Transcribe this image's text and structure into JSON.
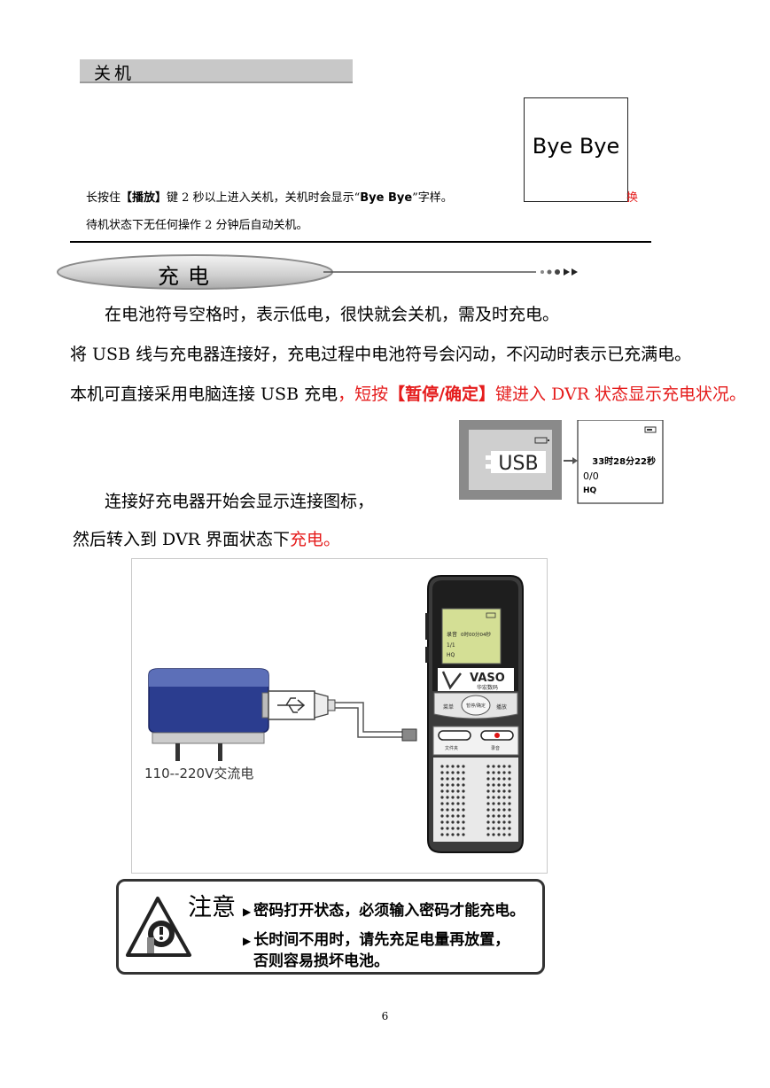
{
  "power_off": {
    "title": "关机",
    "display_text": "Bye Bye",
    "line1_a": "长按住",
    "line1_key": "【播放】",
    "line1_b": "键 2 秒以上进入关机，关机时会显示“",
    "line1_quote": "Bye Bye",
    "line1_c": "”字样。",
    "line1_tail": "换",
    "line2": "待机状态下无任何操作 2 分钟后自动关机。"
  },
  "charging": {
    "title": "充电",
    "p1": "在电池符号空格时，表示低电，很快就会关机，需及时充电。",
    "p2": "将 USB 线与充电器连接好，充电过程中电池符号会闪动，不闪动时表示已充满电。",
    "p3_a": "本机可直接采用电脑连接 USB 充电",
    "p3_b": "，短按",
    "p3_c": "【暂停/确定】",
    "p3_d": "键进入 DVR 状态显示充电状况。",
    "p4": "连接好充电器开始会显示连接图标，",
    "p5_a": "然后转入到 DVR 界面状态下",
    "p5_b": "充电。",
    "usb_label": "USB",
    "dvr_time": "33时28分22秒",
    "dvr_count": "0/0",
    "dvr_mode": "HQ",
    "device_screen_time": "0时00分04秒",
    "device_screen_label": "录音",
    "device_screen_count": "1/1",
    "device_screen_mode": "HQ",
    "brand": "VASO",
    "brand_sub": "华宏数码",
    "btn_menu": "菜单",
    "btn_pause": "暂停/确定",
    "btn_play": "播放",
    "btn_folder": "文件夹",
    "btn_record": "录音",
    "adapter_label": "110--220V交流电"
  },
  "notice": {
    "title": "注意",
    "line1": "密码打开状态，必须输入密码才能充电。",
    "line2": "长时间不用时，请先充足电量再放置，",
    "line3": "否则容易损坏电池。"
  },
  "page_number": "6"
}
